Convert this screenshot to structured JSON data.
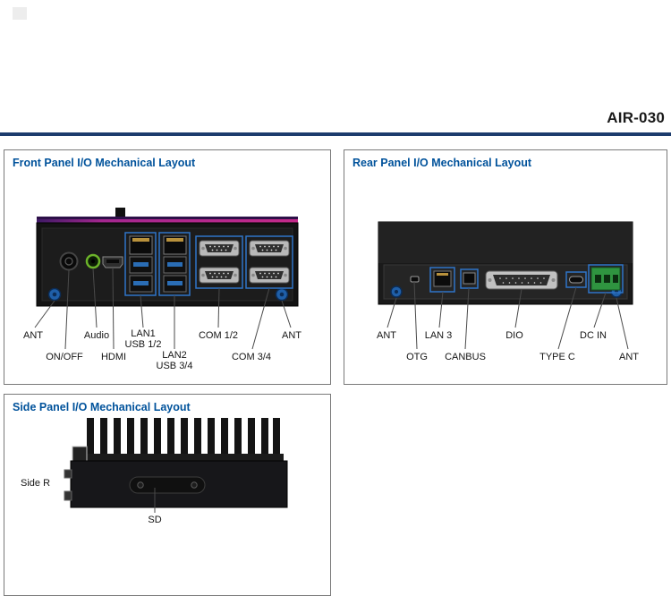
{
  "header": {
    "model": "AIR-030"
  },
  "colors": {
    "rule_blue": "#1c3c6d",
    "title_blue": "#00529b",
    "callout_blue": "#2e75c8",
    "screw_blue": "#1f5fa8",
    "audio_green": "#6cb32a",
    "dcin_green": "#2f9440",
    "top_strip_magenta": "#c42a8a"
  },
  "panels": {
    "front": {
      "title": "Front Panel I/O Mechanical Layout",
      "labels": {
        "ant_left": "ANT",
        "audio": "Audio",
        "lan1": "LAN1",
        "usb12": "USB 1/2",
        "com12": "COM 1/2",
        "ant_right": "ANT",
        "onoff": "ON/OFF",
        "hdmi": "HDMI",
        "lan2": "LAN2",
        "usb34": "USB 3/4",
        "com34": "COM 3/4"
      }
    },
    "rear": {
      "title": "Rear Panel I/O Mechanical Layout",
      "labels": {
        "ant_left": "ANT",
        "lan3": "LAN 3",
        "dio": "DIO",
        "dcin": "DC IN",
        "otg": "OTG",
        "canbus": "CANBUS",
        "typec": "TYPE C",
        "ant_right": "ANT"
      }
    },
    "side": {
      "title": "Side Panel I/O Mechanical Layout",
      "labels": {
        "side_r": "Side R",
        "sd": "SD"
      }
    }
  }
}
